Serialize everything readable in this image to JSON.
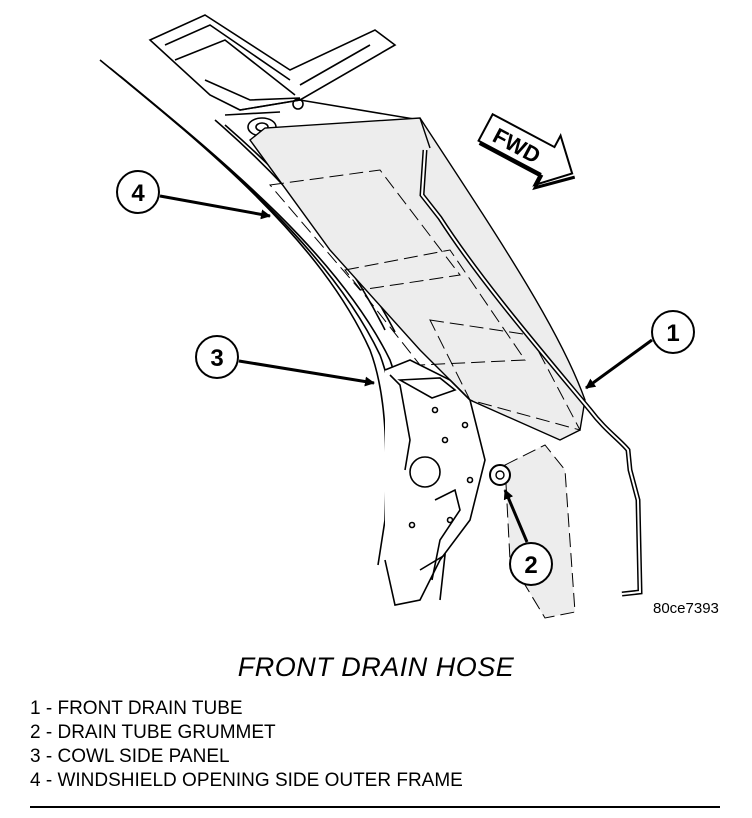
{
  "diagram": {
    "fwd_label": "FWD",
    "figure_id": "80ce7393",
    "callouts": [
      {
        "number": "1"
      },
      {
        "number": "2"
      },
      {
        "number": "3"
      },
      {
        "number": "4"
      }
    ]
  },
  "caption": "FRONT DRAIN HOSE",
  "legend": [
    {
      "number": "1",
      "label": "FRONT DRAIN TUBE"
    },
    {
      "number": "2",
      "label": "DRAIN TUBE GRUMMET"
    },
    {
      "number": "3",
      "label": "COWL SIDE PANEL"
    },
    {
      "number": "4",
      "label": "WINDSHIELD OPENING SIDE OUTER FRAME"
    }
  ],
  "colors": {
    "ink": "#000000",
    "paper": "#ffffff",
    "panel_shade": "#ededed"
  }
}
